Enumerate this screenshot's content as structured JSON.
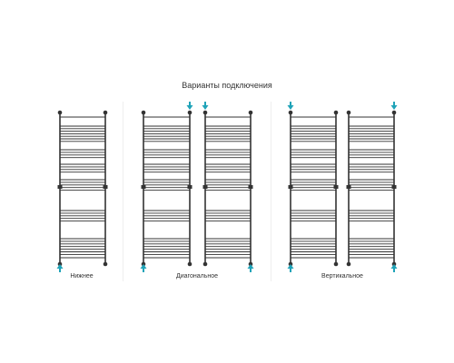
{
  "title": "Варианты подключения",
  "colors": {
    "radiator": "#333333",
    "arrow": "#1fa3b8",
    "text": "#333333",
    "divider": "#eeeeee"
  },
  "icons": {
    "arrow_down": "down-arrow-icon",
    "arrow_up": "up-arrow-icon"
  },
  "groups": [
    {
      "caption": "Нижнее",
      "radiators": [
        {
          "arrows": [
            {
              "corner": "bottom-left",
              "direction": "up"
            }
          ]
        }
      ]
    },
    {
      "caption": "Диагональное",
      "radiators": [
        {
          "arrows": [
            {
              "corner": "top-right",
              "direction": "down"
            },
            {
              "corner": "bottom-left",
              "direction": "up"
            }
          ]
        },
        {
          "arrows": [
            {
              "corner": "top-left",
              "direction": "down"
            },
            {
              "corner": "bottom-right",
              "direction": "up"
            }
          ]
        }
      ]
    },
    {
      "caption": "Вертикальное",
      "radiators": [
        {
          "arrows": [
            {
              "corner": "top-left",
              "direction": "down"
            },
            {
              "corner": "bottom-left",
              "direction": "up"
            }
          ]
        },
        {
          "arrows": [
            {
              "corner": "top-right",
              "direction": "down"
            },
            {
              "corner": "bottom-right",
              "direction": "up"
            }
          ]
        }
      ]
    }
  ]
}
